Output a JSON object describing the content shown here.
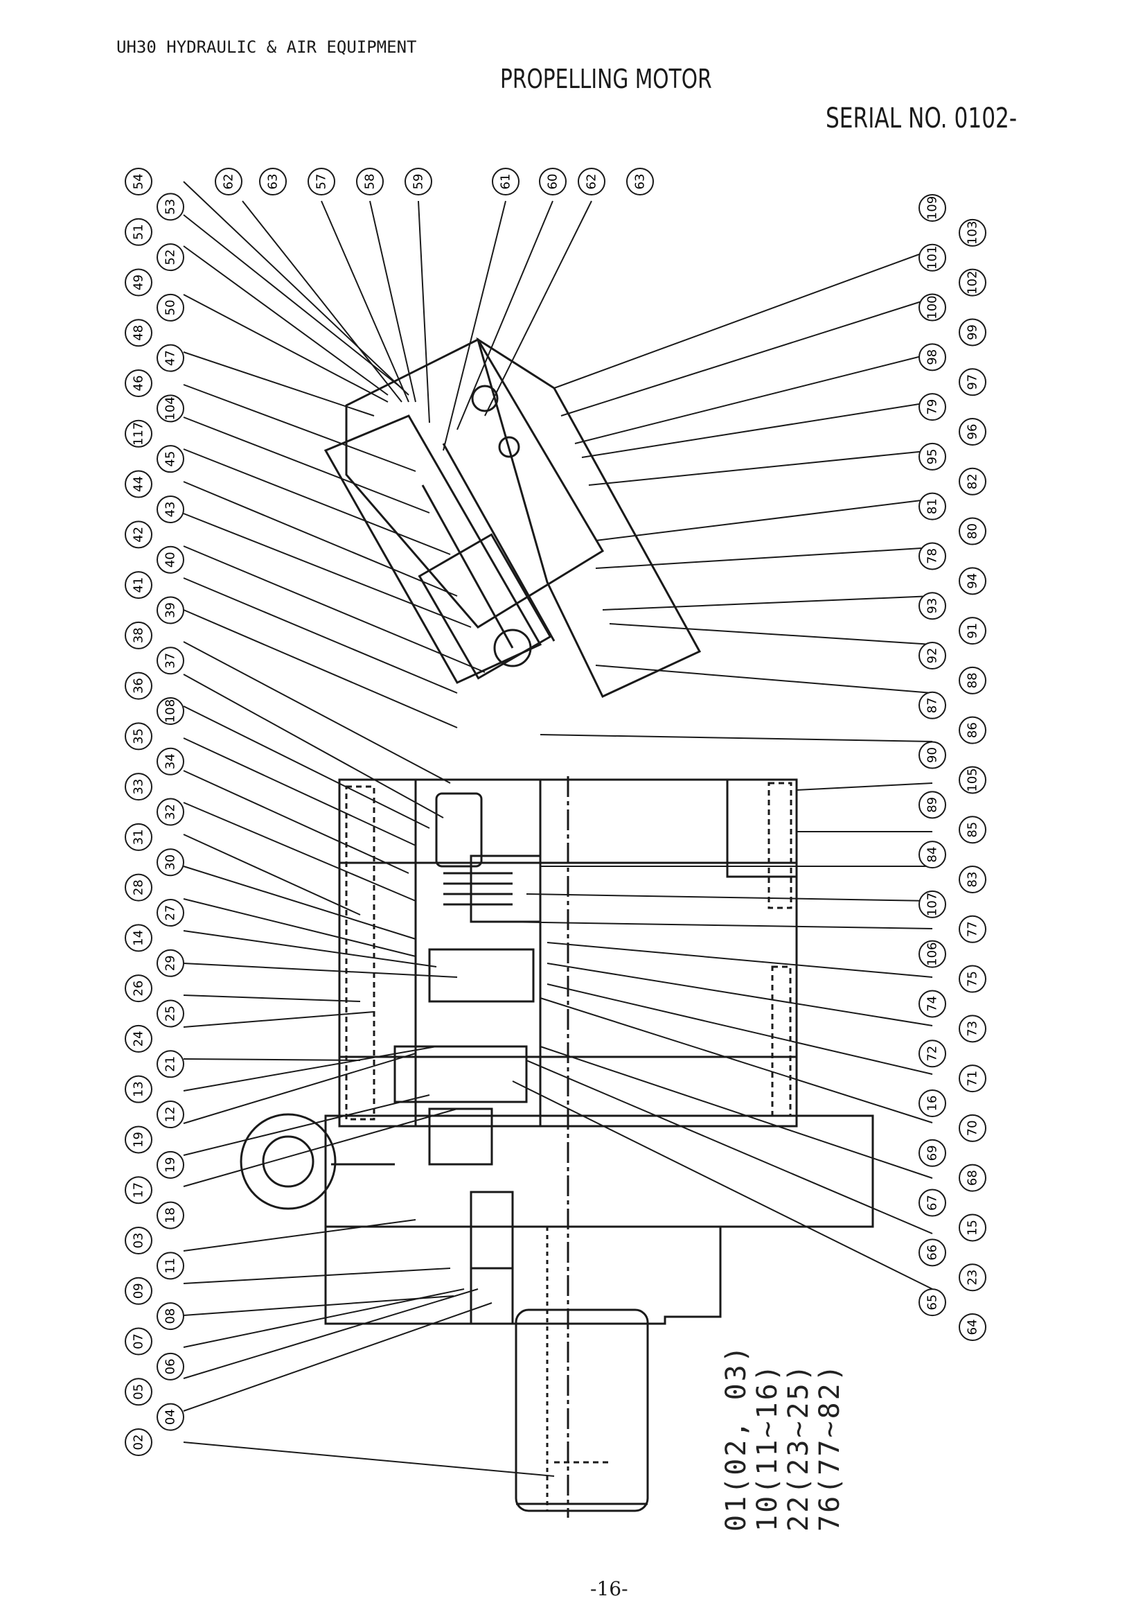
{
  "header": {
    "document_title": "UH30 HYDRAULIC & AIR EQUIPMENT",
    "page_title": "PROPELLING MOTOR",
    "serial": "SERIAL NO. 0102-"
  },
  "footer": {
    "page_number": "-16-"
  },
  "assembly_notes": [
    "01(02, 03)",
    "10(11~16)",
    "22(23~25)",
    "76(77~82)"
  ],
  "callouts": {
    "left_column": [
      "02",
      "04",
      "05",
      "06",
      "07",
      "08",
      "09",
      "11",
      "03",
      "18",
      "17",
      "19",
      "19",
      "12",
      "13",
      "21",
      "24",
      "25",
      "26",
      "29",
      "14",
      "27",
      "28",
      "30",
      "31",
      "32",
      "33",
      "34",
      "35",
      "108",
      "36",
      "37",
      "38",
      "39",
      "41",
      "40",
      "42",
      "43",
      "44",
      "45",
      "117",
      "104",
      "46",
      "47",
      "48",
      "50",
      "49",
      "52",
      "51",
      "53",
      "54"
    ],
    "top_row": [
      "62",
      "63",
      "57",
      "58",
      "59",
      "61",
      "60",
      "62",
      "63"
    ],
    "right_column": [
      "109",
      "103",
      "101",
      "102",
      "100",
      "99",
      "98",
      "97",
      "79",
      "96",
      "95",
      "82",
      "81",
      "80",
      "78",
      "94",
      "93",
      "91",
      "92",
      "88",
      "87",
      "86",
      "90",
      "105",
      "89",
      "85",
      "84",
      "83",
      "107",
      "77",
      "106",
      "75",
      "74",
      "73",
      "72",
      "71",
      "16",
      "70",
      "69",
      "68",
      "67",
      "15",
      "66",
      "23",
      "65",
      "64"
    ]
  },
  "colors": {
    "ink": "#1a1a1a",
    "paper": "#ffffff"
  }
}
